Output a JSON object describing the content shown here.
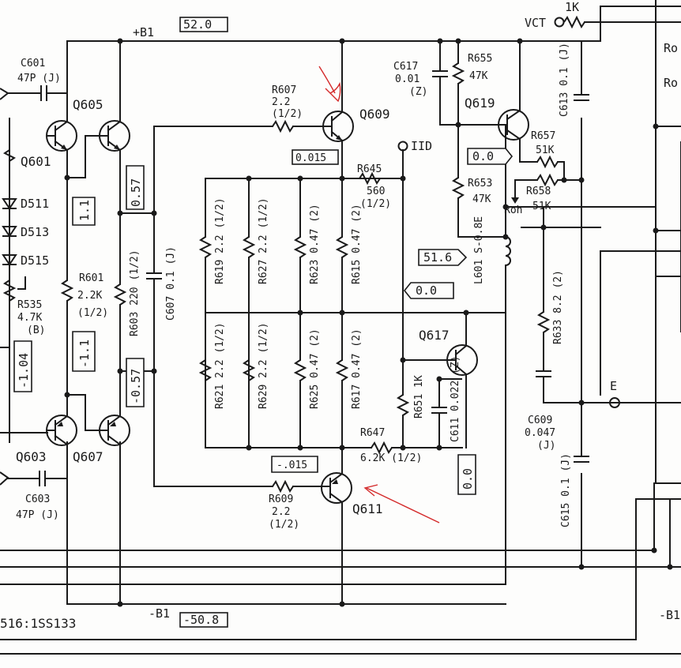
{
  "rails": {
    "pos_label": "+B1",
    "pos_voltage": "52.0",
    "neg_label": "-B1",
    "neg_voltage": "-50.8",
    "neg_label_right": "-B1"
  },
  "diode_note": "516:1SS133",
  "ports": {
    "vct": "VCT",
    "iid": "IID",
    "e": "E",
    "roh": "Roh",
    "right_top_1": "Ro",
    "right_top_2": "Ro"
  },
  "transistors": {
    "q601": "Q601",
    "q603": "Q603",
    "q605": "Q605",
    "q607": "Q607",
    "q609": "Q609",
    "q611": "Q611",
    "q617": "Q617",
    "q619": "Q619"
  },
  "diodes": {
    "d511": "D511",
    "d513": "D513",
    "d515": "D515"
  },
  "components": {
    "c601_name": "C601",
    "c601_value": "47P (J)",
    "c603_name": "C603",
    "c603_value": "47P (J)",
    "r535_name": "R535",
    "r535_value": "4.7K",
    "r535_type": "(B)",
    "r601_name": "R601",
    "r601_value": "2.2K",
    "r601_power": "(1/2)",
    "r603": "R603 220 (1/2)",
    "c607": "C607 0.1 (J)",
    "r607_name": "R607",
    "r607_value": "2.2",
    "r607_power": "(1/2)",
    "r609_name": "R609",
    "r609_value": "2.2",
    "r609_power": "(1/2)",
    "r619": "R619 2.2 (1/2)",
    "r627": "R627 2.2 (1/2)",
    "r623": "R623 0.47 (2)",
    "r615": "R615 0.47 (2)",
    "r621": "R621 2.2 (1/2)",
    "r629": "R629 2.2 (1/2)",
    "r625": "R625 0.47 (2)",
    "r617": "R617 0.47 (2)",
    "r645_name": "R645",
    "r645_value": "560",
    "r645_power": "(1/2)",
    "r647_name": "R647",
    "r647_value": "6.2K (1/2)",
    "r651": "R651 1K",
    "c611": "C611 0.022 (Z)",
    "c617_name": "C617",
    "c617_value": "0.01",
    "c617_type": "(Z)",
    "r655_name": "R655",
    "r655_value": "47K",
    "r657_name": "R657",
    "r657_value": "51K",
    "r653_name": "R653",
    "r653_value": "47K",
    "r658_name": "R658",
    "r658_value": "51K",
    "c613": "C613 0.1 (J)",
    "l601": "L601 S-0.8E",
    "r633": "R633 8.2 (2)",
    "c609_name": "C609",
    "c609_value": "0.047",
    "c609_type": "(J)",
    "c615": "C615 0.1 (J)",
    "top_r_name": "1K"
  },
  "test_voltages": {
    "v1": "1.1",
    "v2": "0.57",
    "v3": "-1.04",
    "v4": "-1.1",
    "v5": "-0.57",
    "v6": "0.015",
    "v7": "-.015",
    "v8": "51.6",
    "v9": "0.0",
    "v10": "0.0",
    "v11": "0.0"
  }
}
